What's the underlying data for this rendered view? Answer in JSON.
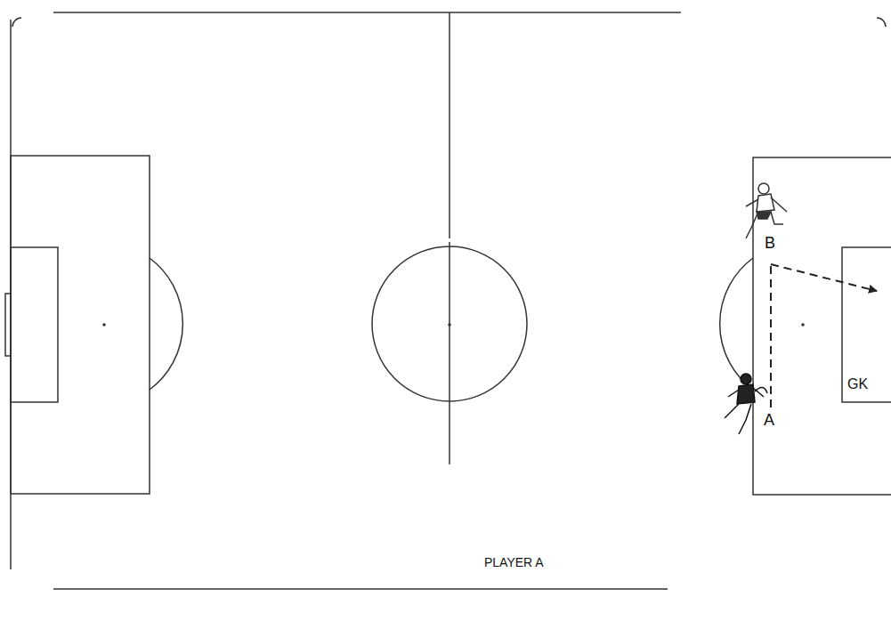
{
  "diagram": {
    "labels": [
      "B",
      "GK",
      "A",
      "PLAYER A"
    ]
  }
}
